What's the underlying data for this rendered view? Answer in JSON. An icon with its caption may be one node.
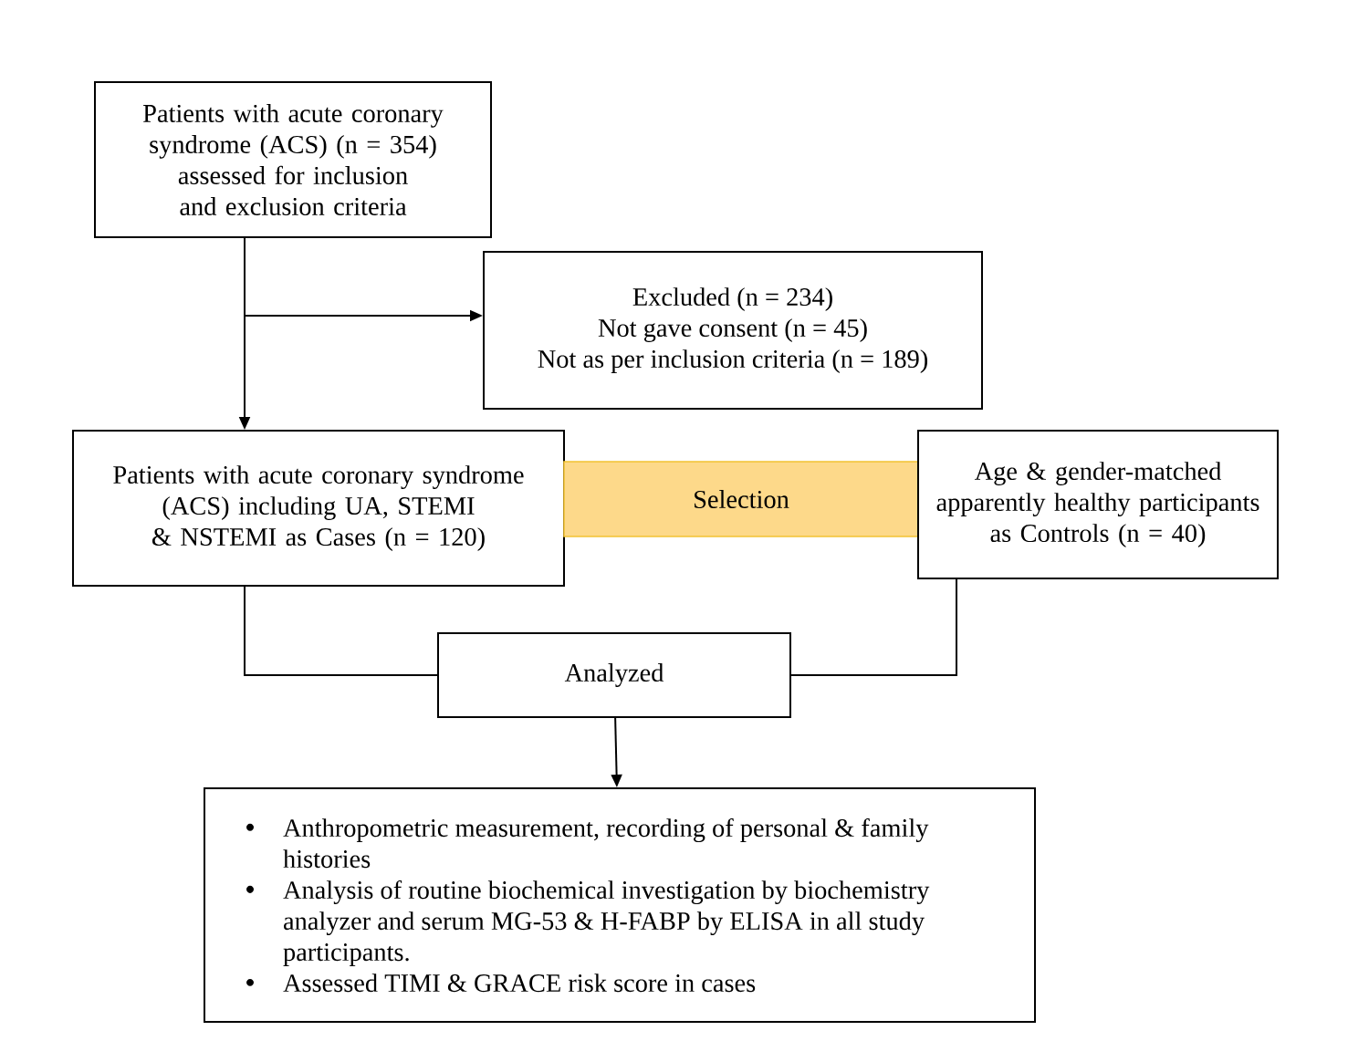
{
  "diagram": {
    "nodes": [
      {
        "text": [
          "Patients with acute coronary syndrome (ACS) (n = 354) assessed for inclusion and exclusion criteria"
        ]
      },
      {
        "text": [
          "Excluded (n = 234)",
          "Not gave consent (n = 45)",
          "Not as per inclusion criteria (n = 189)"
        ]
      },
      {
        "text": [
          "Patients with acute coronary syndrome (ACS) including UA, STEMI & NSTEMI as Cases (n = 120)"
        ]
      },
      {
        "text": [
          "Selection"
        ]
      },
      {
        "text": [
          "Age & gender-matched apparently healthy participants as Controls (n = 40)"
        ]
      },
      {
        "text": [
          "Analyzed"
        ]
      },
      {
        "text": [
          "Anthropometric measurement, recording of personal & family histories",
          "Analysis of routine biochemical investigation by biochemistry analyzer and serum MG-53 & H-FABP by ELISA in all study participants.",
          "Assessed TIMI & GRACE risk score in cases"
        ]
      }
    ],
    "edges": [
      {
        "from": 0,
        "to": 1,
        "arrow": "to"
      },
      {
        "from": 0,
        "to": 2,
        "arrow": "to"
      },
      {
        "from": 2,
        "to": 5,
        "arrow": "none"
      },
      {
        "from": 4,
        "to": 5,
        "arrow": "none"
      },
      {
        "from": 5,
        "to": 6,
        "arrow": "to"
      }
    ]
  }
}
